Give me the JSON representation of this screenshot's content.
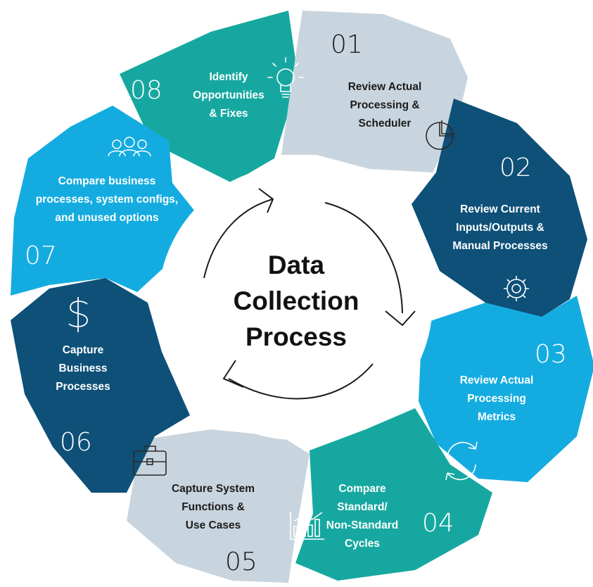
{
  "title": [
    "Data",
    "Collection",
    "Process"
  ],
  "steps": [
    {
      "number": "01",
      "lines": [
        "Review Actual",
        "Processing &",
        "Scheduler"
      ],
      "icon": "pie-chart-icon",
      "color": "#c9d5de"
    },
    {
      "number": "02",
      "lines": [
        "Review Current",
        "Inputs/Outputs &",
        "Manual Processes"
      ],
      "icon": "gear-icon",
      "color": "#0e5078"
    },
    {
      "number": "03",
      "lines": [
        "Review Actual",
        "Processing",
        "Metrics"
      ],
      "icon": "refresh-cycle-icon",
      "color": "#14ace0"
    },
    {
      "number": "04",
      "lines": [
        "Compare",
        "Standard/",
        "Non-Standard",
        "Cycles"
      ],
      "icon": "bar-chart-icon",
      "color": "#16a8a0"
    },
    {
      "number": "05",
      "lines": [
        "Capture System",
        "Functions &",
        "Use Cases"
      ],
      "icon": "briefcase-icon",
      "color": "#c9d5de"
    },
    {
      "number": "06",
      "lines": [
        "Capture",
        "Business",
        "Processes"
      ],
      "icon": "dollar-icon",
      "color": "#0e5078"
    },
    {
      "number": "07",
      "lines": [
        "Compare business",
        "processes, system configs,",
        "and unused options"
      ],
      "icon": "people-group-icon",
      "color": "#14ace0"
    },
    {
      "number": "08",
      "lines": [
        "Identify",
        "Opportunities",
        "& Fixes"
      ],
      "icon": "lightbulb-icon",
      "color": "#16a8a0"
    }
  ],
  "colors": {
    "text_dark": "#1b1b1b",
    "text_light": "#ffffff",
    "arrow": "#1a1a1a"
  }
}
